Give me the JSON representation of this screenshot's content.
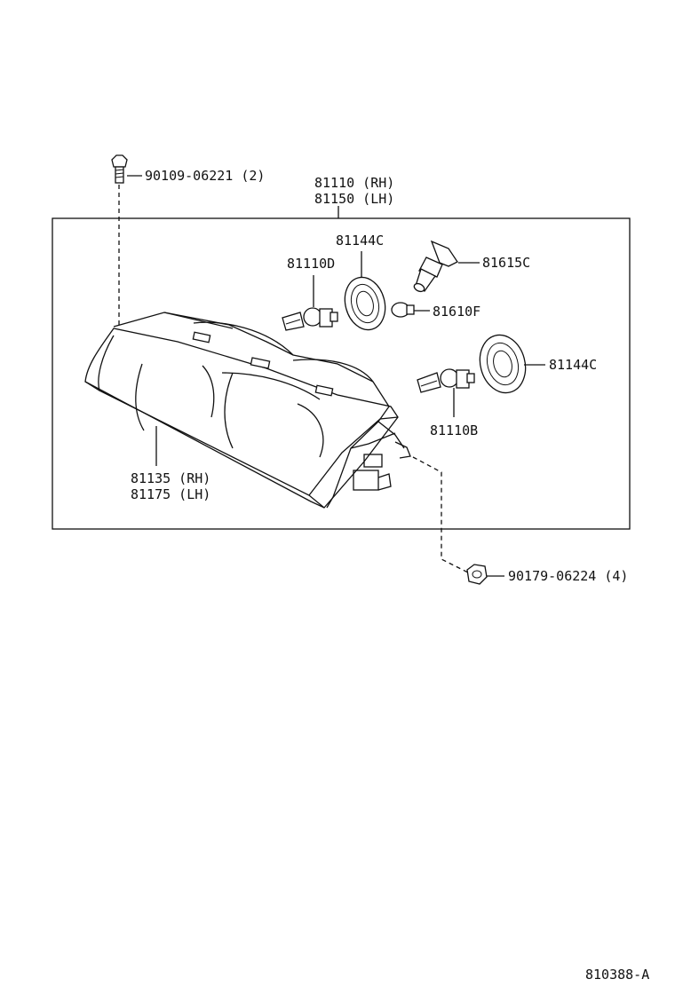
{
  "labels": {
    "screw": "90109-06221 (2)",
    "assembly_rh": "81110 (RH)",
    "assembly_lh": "81150 (LH)",
    "socket_upper": "81144C",
    "bulb_upper": "81110D",
    "bulb_hb": "81615C",
    "bulb_small": "81610F",
    "socket_right": "81144C",
    "bulb_lower": "81110B",
    "lens_rh": "81135 (RH)",
    "lens_lh": "81175 (LH)",
    "nut": "90179-06224 (4)",
    "diagram_id": "810388-A"
  }
}
